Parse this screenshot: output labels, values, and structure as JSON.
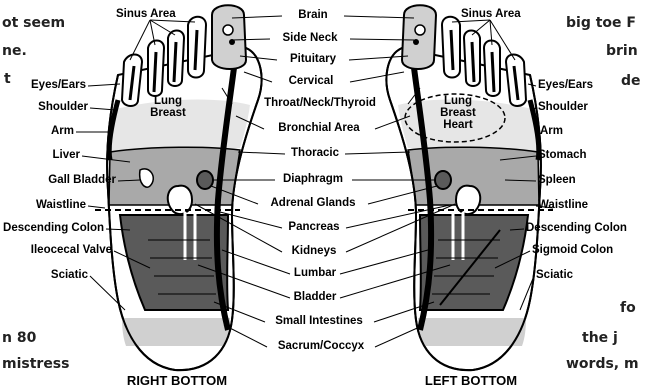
{
  "bg_text": [
    "ot seem",
    "ne.",
    "t",
    "big toe F",
    "brin",
    "de",
    "fo",
    "the j",
    "words, m",
    "n 80",
    "mistress"
  ],
  "right_foot": {
    "caption": "RIGHT BOTTOM",
    "left_labels": [
      "Eyes/Ears",
      "Shoulder",
      "Arm",
      "Liver",
      "Gall Bladder",
      "Waistline",
      "Descending Colon",
      "Ileocecal Valve",
      "Sciatic"
    ],
    "inner": [
      "Lung",
      "Breast"
    ]
  },
  "left_foot": {
    "caption": "LEFT BOTTOM",
    "right_labels": [
      "Eyes/Ears",
      "Shoulder",
      "Arm",
      "Stomach",
      "Spleen",
      "Waistline",
      "Descending Colon",
      "Sigmoid Colon",
      "Sciatic"
    ],
    "inner": [
      "Lung",
      "Breast",
      "Heart"
    ]
  },
  "top_labels": {
    "sinus_right": "Sinus Area",
    "sinus_left": "Sinus Area"
  },
  "center_labels": [
    "Brain",
    "Side Neck",
    "Pituitary",
    "Cervical",
    "Throat/Neck/Thyroid",
    "Bronchial Area",
    "Thoracic",
    "Diaphragm",
    "Adrenal Glands",
    "Pancreas",
    "Kidneys",
    "Lumbar",
    "Bladder",
    "Small Intestines",
    "Sacrum/Coccyx"
  ],
  "colors": {
    "dark": "#5a5a5a",
    "mid": "#a9a9a9",
    "light": "#d0d0d0",
    "lighter": "#e6e6e6",
    "outline": "#000000"
  }
}
